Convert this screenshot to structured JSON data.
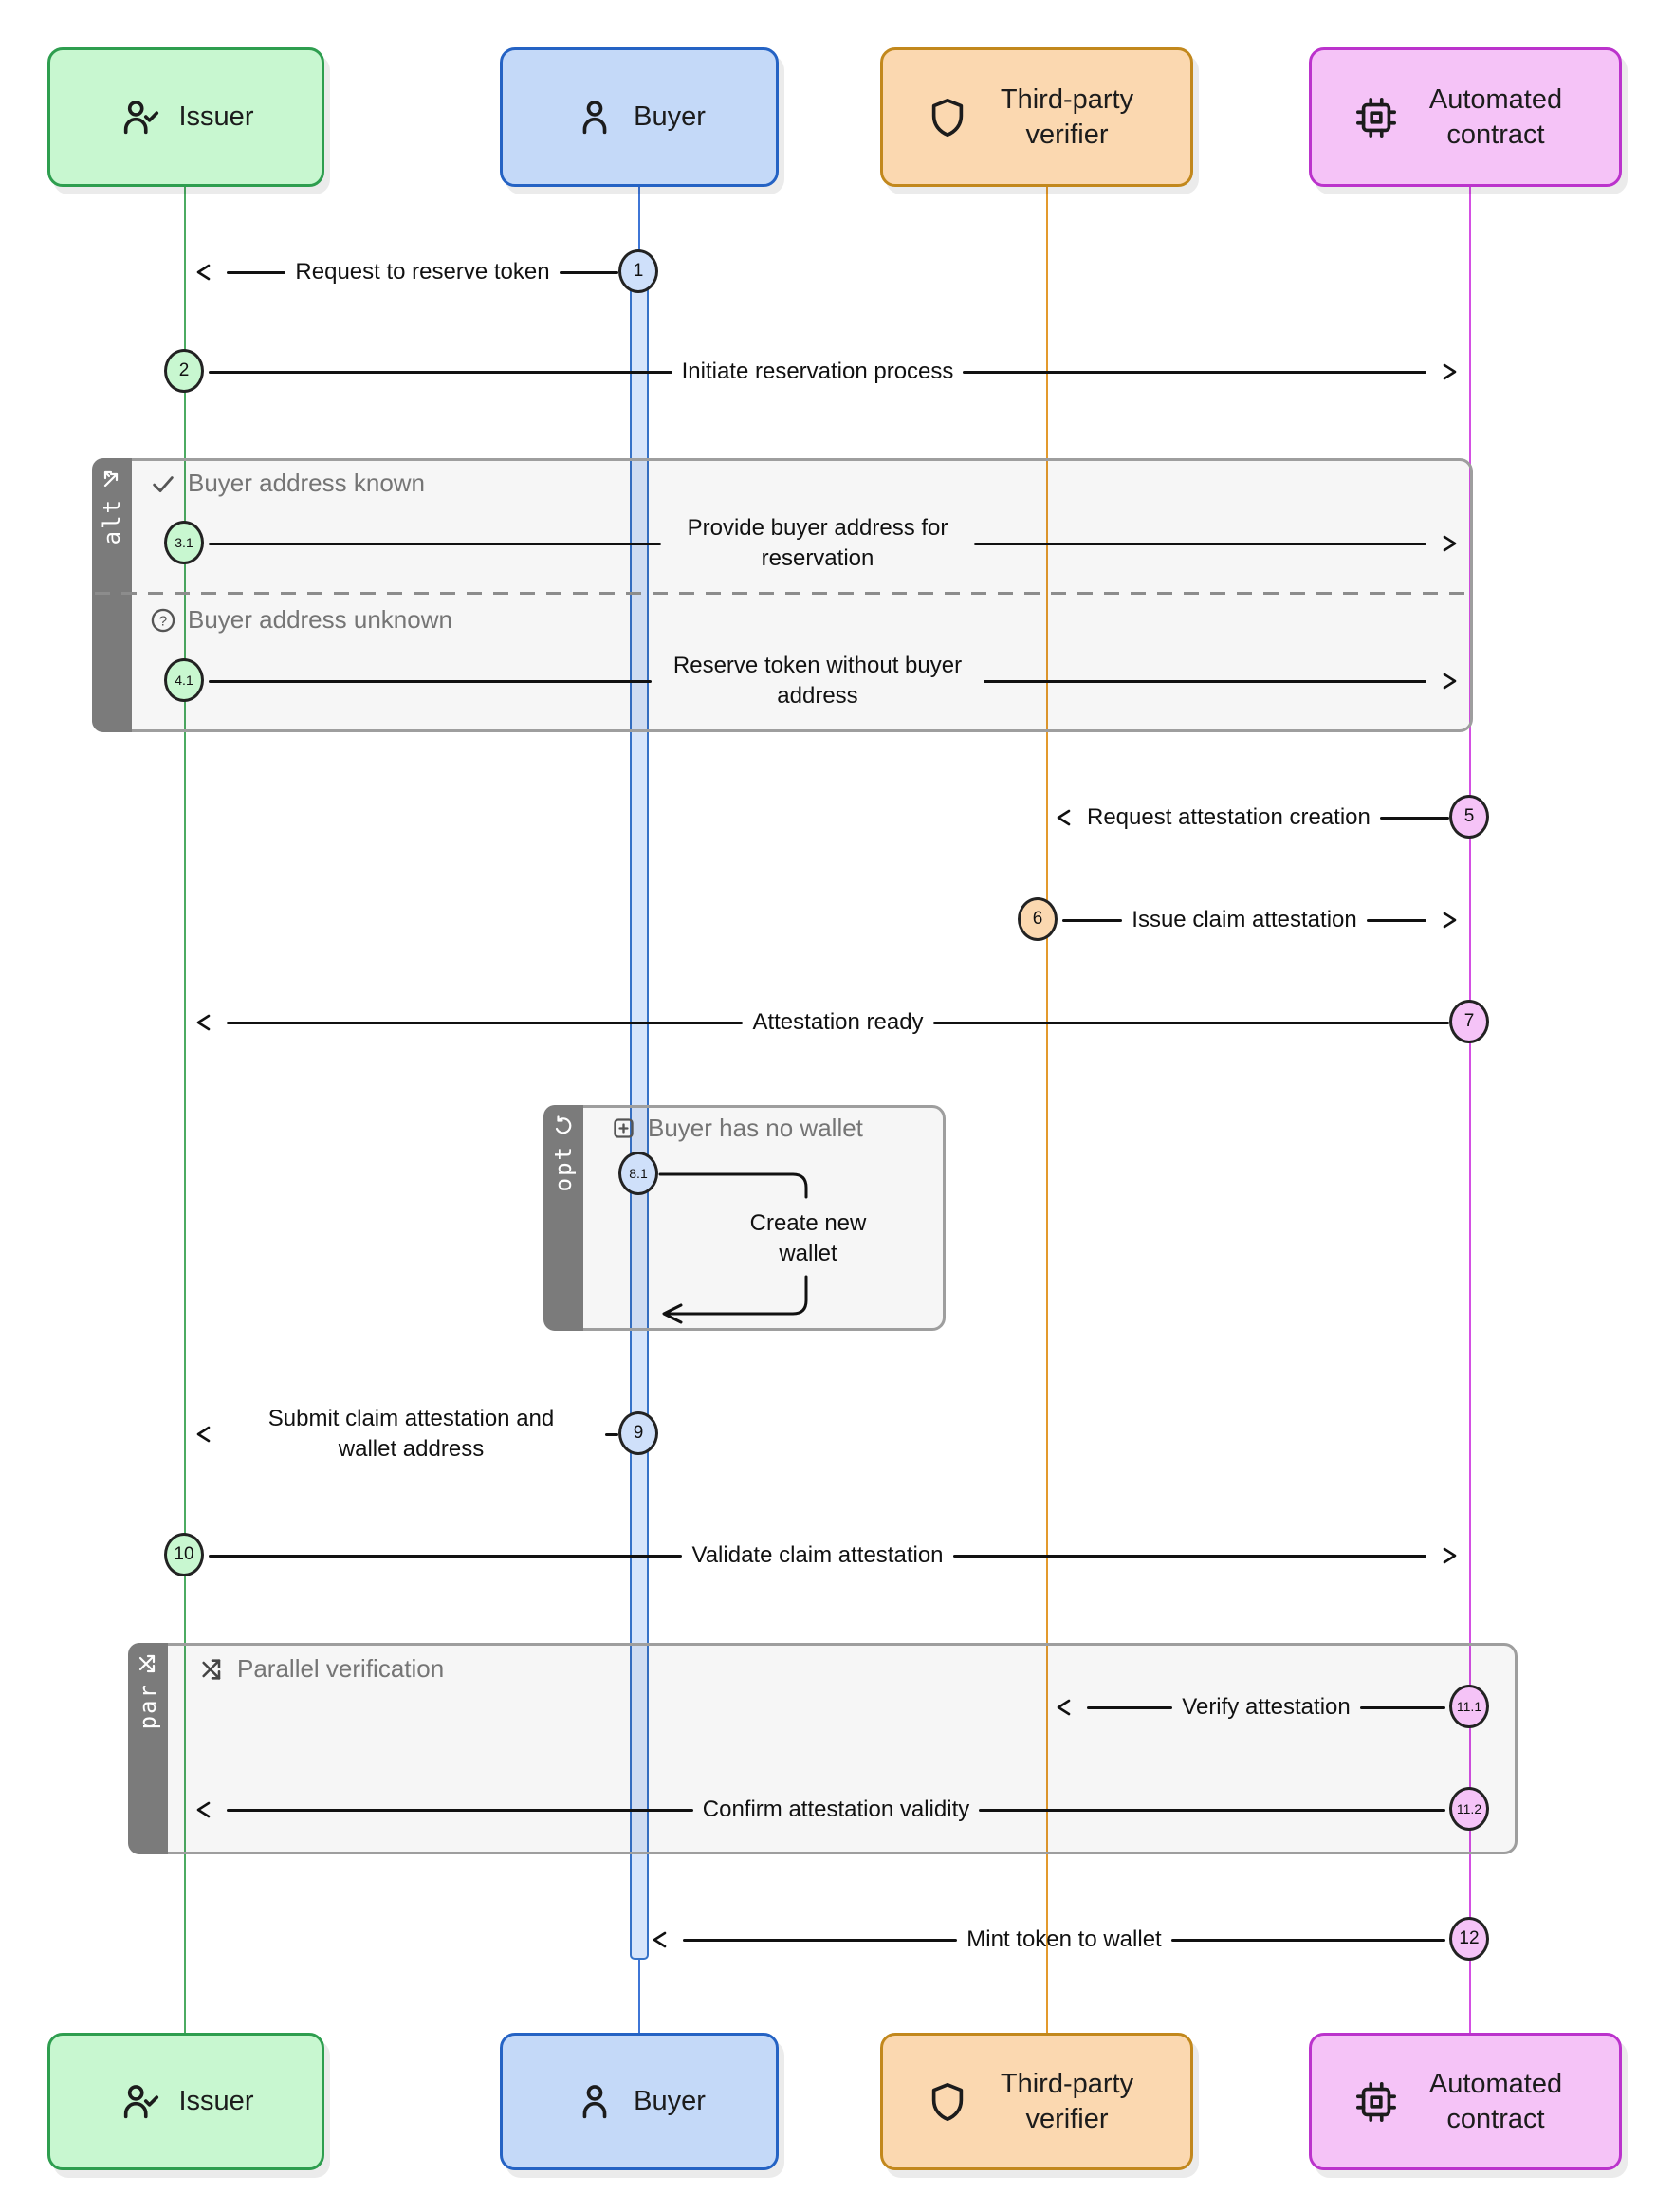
{
  "diagram": {
    "type": "sequence-diagram",
    "background": "#ffffff",
    "actors": [
      {
        "label": "Issuer",
        "icon": "user-check-icon",
        "fill": "#c8f7d0",
        "border": "#2e9e4f",
        "lifeline": "#4cab62"
      },
      {
        "label": "Buyer",
        "icon": "user-icon",
        "fill": "#c4d9f8",
        "border": "#2563c4",
        "lifeline": "#3f76d6"
      },
      {
        "label": "Third-party verifier",
        "icon": "shield-icon",
        "fill": "#fbd8b0",
        "border": "#c2881d",
        "lifeline": "#e39a2d"
      },
      {
        "label": "Automated contract",
        "icon": "cpu-icon",
        "fill": "#f5c3f7",
        "border": "#bb33cc",
        "lifeline": "#d44fe3"
      }
    ],
    "messages": {
      "m1": {
        "num": "1",
        "text": "Request to reserve token",
        "from": "Buyer",
        "to": "Issuer"
      },
      "m2": {
        "num": "2",
        "text": "Initiate reservation process",
        "from": "Issuer",
        "to": "Automated contract"
      },
      "m3": {
        "num": "3.1",
        "text": "Provide buyer address for reservation",
        "from": "Issuer",
        "to": "Automated contract"
      },
      "m4": {
        "num": "4.1",
        "text": "Reserve token without buyer address",
        "from": "Issuer",
        "to": "Automated contract"
      },
      "m5": {
        "num": "5",
        "text": "Request attestation creation",
        "from": "Automated contract",
        "to": "Third-party verifier"
      },
      "m6": {
        "num": "6",
        "text": "Issue claim attestation",
        "from": "Third-party verifier",
        "to": "Automated contract"
      },
      "m7": {
        "num": "7",
        "text": "Attestation ready",
        "from": "Automated contract",
        "to": "Issuer"
      },
      "m8": {
        "num": "8.1",
        "text": "Create new wallet",
        "from": "Buyer",
        "to": "Buyer"
      },
      "m9": {
        "num": "9",
        "text": "Submit claim attestation and wallet address",
        "from": "Buyer",
        "to": "Issuer"
      },
      "m10": {
        "num": "10",
        "text": "Validate claim attestation",
        "from": "Issuer",
        "to": "Automated contract"
      },
      "m11": {
        "num": "11.1",
        "text": "Verify attestation",
        "from": "Automated contract",
        "to": "Third-party verifier"
      },
      "m12": {
        "num": "11.2",
        "text": "Confirm attestation validity",
        "from": "Automated contract",
        "to": "Issuer"
      },
      "m13": {
        "num": "12",
        "text": "Mint token to wallet",
        "from": "Automated contract",
        "to": "Buyer"
      }
    },
    "frames": {
      "alt": {
        "tab": "alt",
        "icon": "branch-icon",
        "sections": [
          {
            "guard": "Buyer address known",
            "icon": "check-icon"
          },
          {
            "guard": "Buyer address unknown",
            "icon": "question-icon"
          }
        ]
      },
      "opt": {
        "tab": "opt",
        "icon": "redo-icon",
        "guard": "Buyer has no wallet",
        "guard_icon": "plus-square-icon"
      },
      "par": {
        "tab": "par",
        "icon": "shuffle-icon",
        "guard": "Parallel verification",
        "guard_icon": "shuffle-icon"
      }
    }
  }
}
